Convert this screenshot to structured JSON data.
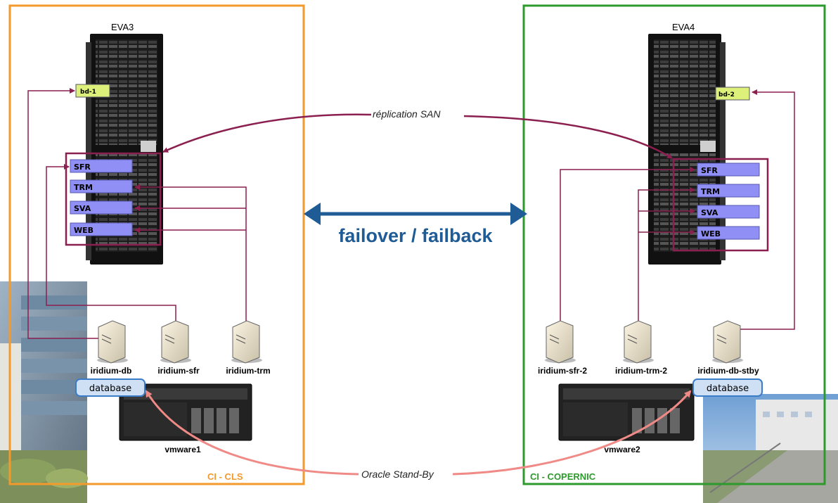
{
  "sites": {
    "left": {
      "name": "CI - CLS",
      "border_color": "#f39a2c"
    },
    "right": {
      "name": "CI - COPERNIC",
      "border_color": "#2e9a2e"
    }
  },
  "arrays": {
    "left": {
      "name": "EVA3",
      "disk_label": "bd-1",
      "volumes": [
        "SFR",
        "TRM",
        "SVA",
        "WEB"
      ]
    },
    "right": {
      "name": "EVA4",
      "disk_label": "bd-2",
      "volumes": [
        "SFR",
        "TRM",
        "SVA",
        "WEB"
      ]
    }
  },
  "servers": {
    "left": [
      "iridium-db",
      "iridium-sfr",
      "iridium-trm"
    ],
    "right": [
      "iridium-sfr-2",
      "iridium-trm-2",
      "iridium-db-stby"
    ]
  },
  "database_badge": "database",
  "hosts": {
    "left": "vmware1",
    "right": "vmware2"
  },
  "links": {
    "replication": "réplication SAN",
    "failover": "failover / failback",
    "standby": "Oracle Stand-By"
  },
  "colors": {
    "volume_fill": "#8f8ff5",
    "disk_fill": "#dcf07a",
    "link_color": "#8b1f4f",
    "failover_color": "#1f5b94",
    "standby_color": "#ef8a86",
    "db_badge_border": "#3a7cc8"
  }
}
